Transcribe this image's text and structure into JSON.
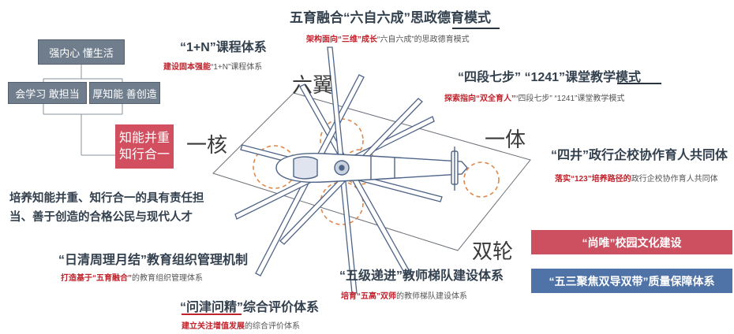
{
  "left_panel": {
    "top_box": "强内心 懂生活",
    "box_left": "会学习 敢担当",
    "box_right": "厚知能 善创造",
    "core_box_line1": "知能并重",
    "core_box_line2": "知行合一",
    "description_line1": "培养知能并重、知行合一的具有责任担",
    "description_line2": "当、善于创造的合格公民与现代人才"
  },
  "labels": {
    "liuyi": "六翼",
    "yihe": "一核",
    "yiti": "一体",
    "shuanglun": "双轮"
  },
  "items": {
    "top_title": "五育融合“六自六成”思政德育模式",
    "top_sub_red": "架构面向“三维”成长",
    "top_sub_rest": "“六自六成”的思政德育模式",
    "course_title": "“1+N”课程体系",
    "course_sub_red": "建设固本强能",
    "course_sub_rest": "“1+N”课程体系",
    "class_title": "“四段七步”  “1241”课堂教学模式",
    "class_sub_red": "探索指向“双全育人”",
    "class_sub_rest": "“四段七步”  “1241”课堂教学模式",
    "sijing_title": "“四井”政行企校协作育人共同体",
    "sijing_sub_red": "落实“123”培养路径的",
    "sijing_sub_rest": "政行企校协作育人共同体",
    "riqing_title": "“日清周理月结”教育组织管理机制",
    "riqing_sub_red": "打造基于“五育融合”",
    "riqing_sub_rest": "的教育组织管理体系",
    "teacher_title": "“五级递进”教师梯队建设体系",
    "teacher_sub_red": "培育“五高”双师",
    "teacher_sub_rest": "的教师梯队建设体系",
    "eval_title": "“问津问精”综合评价体系",
    "eval_sub_red": "建立关注增值发展",
    "eval_sub_rest": "的综合评价体系"
  },
  "banners": {
    "culture": "“尚唯”校园文化建设",
    "quality": "“五三聚焦双导双带”质量保障体系"
  },
  "colors": {
    "gray_box": "#6f7d8d",
    "core_red": "#d14f5f",
    "banner_red": "#cc5060",
    "banner_blue": "#4f73a6",
    "accent_red": "#c0232c",
    "rotor_orange": "#e0874a",
    "heli_stroke": "#5b6f8f"
  },
  "icons": [
    "helicopter-illustration"
  ]
}
